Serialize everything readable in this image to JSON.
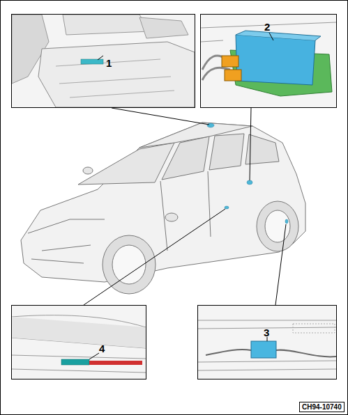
{
  "diagram": {
    "nodes": [
      {
        "text": [
          "1"
        ]
      },
      {
        "text": [
          "2"
        ]
      },
      {
        "text": [
          "4"
        ]
      },
      {
        "text": [
          "3"
        ]
      },
      {
        "text": [
          "CH94-10740"
        ]
      }
    ]
  }
}
